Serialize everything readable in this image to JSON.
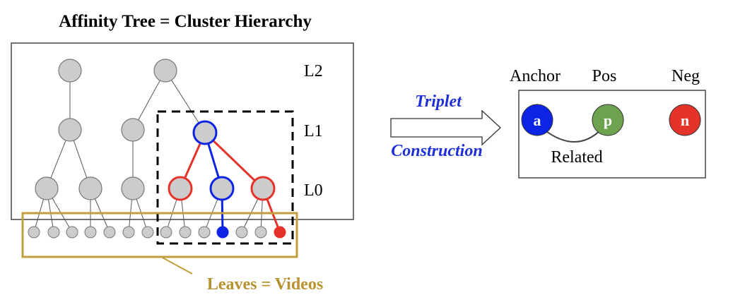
{
  "title": "Affinity Tree = Cluster Hierarchy",
  "levels": {
    "l2": "L2",
    "l1": "L1",
    "l0": "L0"
  },
  "leaves_caption": "Leaves = Videos",
  "arrow": {
    "line1": "Triplet",
    "line2": "Construction"
  },
  "triplet": {
    "anchor_header": "Anchor",
    "pos_header": "Pos",
    "neg_header": "Neg",
    "anchor_letter": "a",
    "pos_letter": "p",
    "neg_letter": "n",
    "relation": "Related"
  },
  "colors": {
    "node_gray": "#cccccc",
    "anchor_blue": "#0b24e6",
    "negative_red": "#e6332a",
    "positive_green": "#6fa24f",
    "leaf_box_gold": "#c29f3c",
    "caption_gold": "#b8922f",
    "arrow_text_blue": "#1c2fd8"
  }
}
